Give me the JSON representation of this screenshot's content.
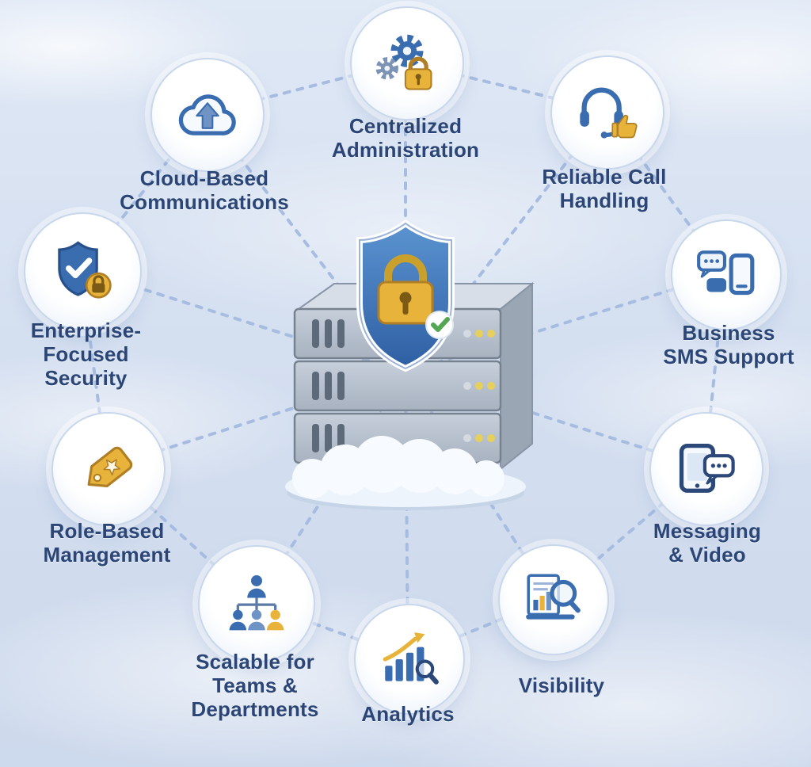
{
  "palette": {
    "text": "#2b4676",
    "connector_line": "#a3b9de",
    "icon_blue": "#3a6cb0",
    "icon_gold": "#e8b33a",
    "bubble_border": "#c9d7ec",
    "background_base": "#d9e3f2"
  },
  "center_illustration": {
    "name": "secure-cloud-server-stack",
    "parts": [
      "shield-lock-check",
      "server-stack-3-units",
      "cloud-base"
    ]
  },
  "features": [
    {
      "key": "centralized-administration",
      "label": "Centralized\nAdministration",
      "icon": "gears-lock-icon"
    },
    {
      "key": "cloud-based-communications",
      "label": "Cloud-Based\nCommunications",
      "icon": "cloud-upload-icon"
    },
    {
      "key": "reliable-call-handling",
      "label": "Reliable Call\nHandling",
      "icon": "headset-thumbs-up-icon"
    },
    {
      "key": "enterprise-focused-security",
      "label": "Enterprise-\nFocused\nSecurity",
      "icon": "shield-check-lock-icon"
    },
    {
      "key": "business-sms-support",
      "label": "Business\nSMS Support",
      "icon": "chat-bubbles-phone-icon"
    },
    {
      "key": "role-based-management",
      "label": "Role-Based\nManagement",
      "icon": "tag-star-icon"
    },
    {
      "key": "messaging-video",
      "label": "Messaging\n& Video",
      "icon": "tablet-chat-icon"
    },
    {
      "key": "scalable-teams-departments",
      "label": "Scalable for\nTeams &\nDepartments",
      "icon": "org-chart-people-icon"
    },
    {
      "key": "analytics",
      "label": "Analytics",
      "icon": "bar-chart-magnifier-icon"
    },
    {
      "key": "visibility",
      "label": "Visibility",
      "icon": "report-magnifier-icon"
    }
  ]
}
